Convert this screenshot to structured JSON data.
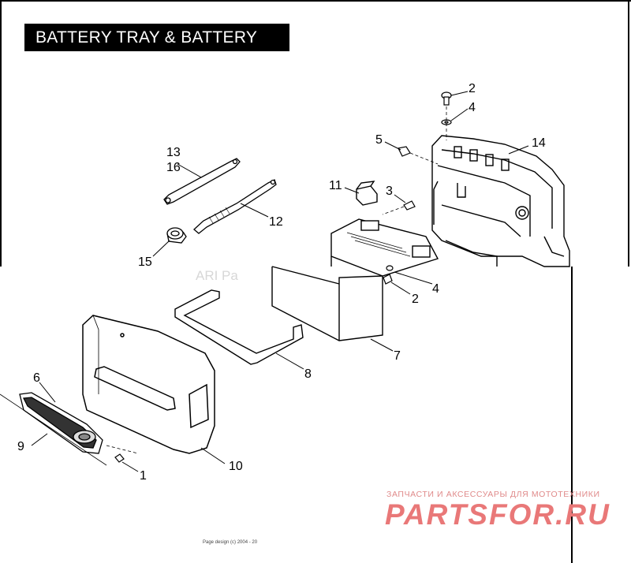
{
  "title": "BATTERY TRAY & BATTERY",
  "watermark": {
    "subtitle": "ЗАПЧАСТИ И АКСЕССУАРЫ ДЛЯ МОТОТЕХНИКИ",
    "logo": "PARTSFOR.RU",
    "ari": "ARI Pa"
  },
  "copyright": "Page design (c) 2004 - 20",
  "callouts": {
    "c1": "1",
    "c2a": "2",
    "c2b": "2",
    "c3": "3",
    "c4a": "4",
    "c4b": "4",
    "c5": "5",
    "c6": "6",
    "c7": "7",
    "c8": "8",
    "c9": "9",
    "c10": "10",
    "c11": "11",
    "c12": "12",
    "c13": "13",
    "c14": "14",
    "c15": "15",
    "c16": "16"
  }
}
